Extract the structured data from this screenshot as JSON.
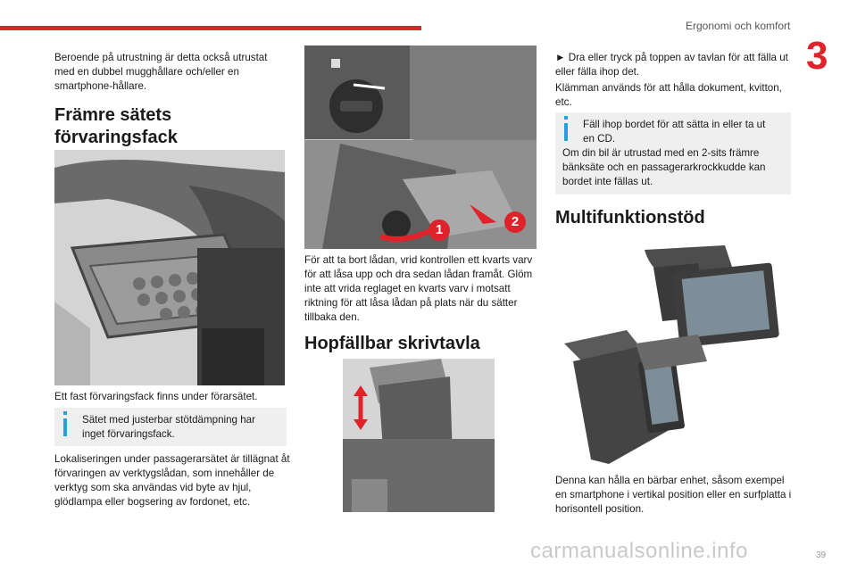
{
  "header": {
    "chapter_title": "Ergonomi och komfort",
    "chapter_number": "3"
  },
  "col1": {
    "intro": "Beroende på utrustning är detta också utrustat med en dubbel mugghållare och/eller en smartphone-hållare.",
    "heading_line1": "Främre sätets",
    "heading_line2": "förvaringsfack",
    "caption": "Ett fast förvaringsfack finns under förarsätet.",
    "note": "Sätet med justerbar stötdämpning har inget förvaringsfack.",
    "body": "Lokaliseringen under passagerarsätet är tillägnat åt förvaringen av verktygslådan, som innehåller de verktyg som ska användas vid byte av hjul, glödlampa eller bogsering av fordonet, etc."
  },
  "col2": {
    "callout_1": "1",
    "callout_2": "2",
    "body": "För att ta bort lådan, vrid kontrollen ett kvarts varv för att låsa upp och dra sedan lådan framåt. Glöm inte att vrida reglaget en kvarts varv i motsatt riktning för att låsa lådan på plats när du sätter tillbaka den.",
    "heading": "Hopfällbar skrivtavla"
  },
  "col3": {
    "step": "► Dra eller tryck på toppen av tavlan för att fälla ut eller fälla ihop det.",
    "clamp": "Klämman används för att hålla dokument, kvitton, etc.",
    "note_line": "Fäll ihop bordet för att sätta in eller ta ut en CD.",
    "note_more": "Om din bil är utrustad med en 2-sits främre bänksäte och en passagerarkrockkudde kan bordet inte fällas ut.",
    "heading": "Multifunktionstöd",
    "body": "Denna kan hålla en bärbar enhet, såsom exempel en smartphone i vertikal position eller en surfplatta i horisontell position."
  },
  "footer": {
    "page_number": "39",
    "watermark": "carmanualsonline.info"
  }
}
